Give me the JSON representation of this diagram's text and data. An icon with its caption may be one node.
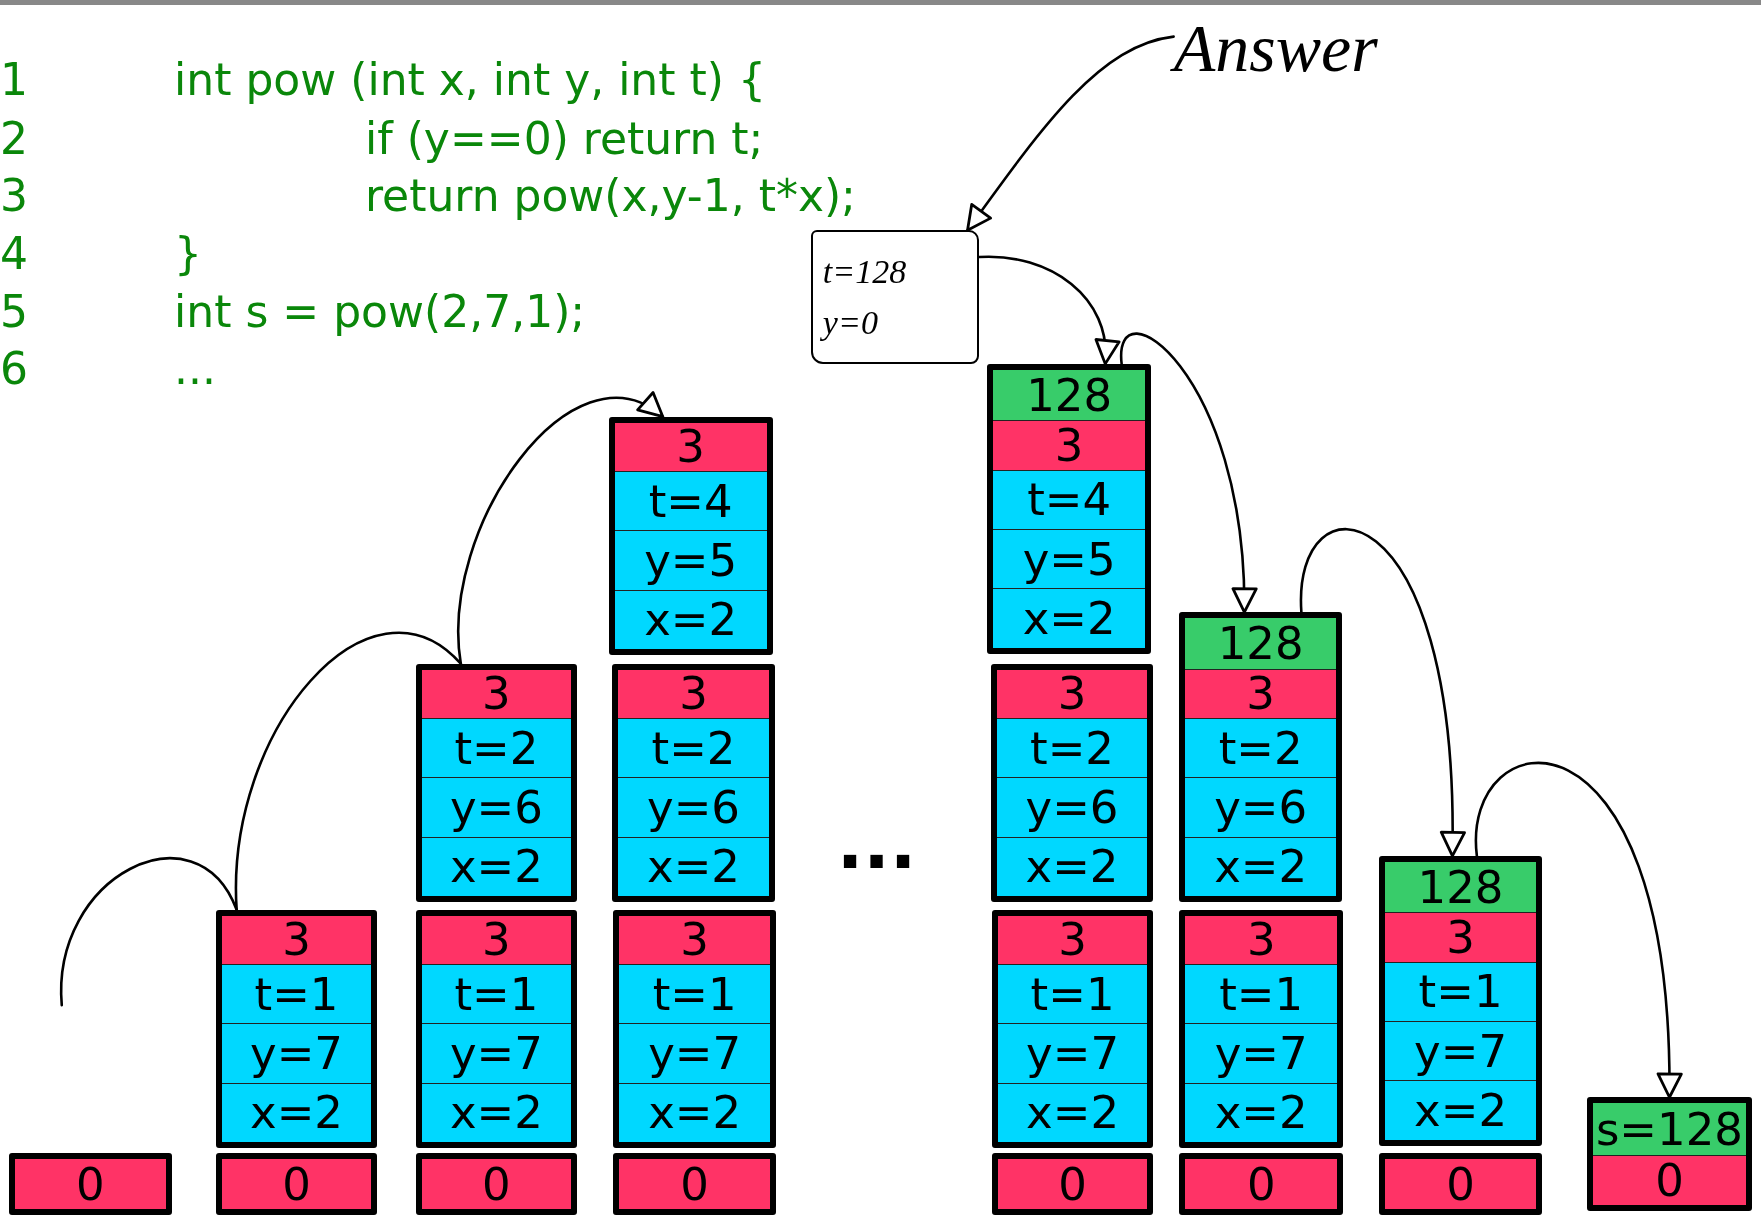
{
  "diagram": {
    "nodes": [
      {
        "text": [
          "Answer"
        ]
      },
      {
        "text": [
          "t=128",
          "y=0"
        ]
      },
      {
        "text": [
          "0"
        ]
      },
      {
        "text": [
          "3",
          "t=1",
          "y=7",
          "x=2"
        ]
      },
      {
        "text": [
          "0"
        ]
      },
      {
        "text": [
          "3",
          "t=2",
          "y=6",
          "x=2"
        ]
      },
      {
        "text": [
          "3",
          "t=1",
          "y=7",
          "x=2"
        ]
      },
      {
        "text": [
          "0"
        ]
      },
      {
        "text": [
          "3",
          "t=4",
          "y=5",
          "x=2"
        ]
      },
      {
        "text": [
          "3",
          "t=2",
          "y=6",
          "x=2"
        ]
      },
      {
        "text": [
          "3",
          "t=1",
          "y=7",
          "x=2"
        ]
      },
      {
        "text": [
          "0"
        ]
      },
      {
        "text": [
          "128",
          "3",
          "t=4",
          "y=5",
          "x=2"
        ]
      },
      {
        "text": [
          "3",
          "t=2",
          "y=6",
          "x=2"
        ]
      },
      {
        "text": [
          "3",
          "t=1",
          "y=7",
          "x=2"
        ]
      },
      {
        "text": [
          "0"
        ]
      },
      {
        "text": [
          "128",
          "3",
          "t=2",
          "y=6",
          "x=2"
        ]
      },
      {
        "text": [
          "3",
          "t=1",
          "y=7",
          "x=2"
        ]
      },
      {
        "text": [
          "0"
        ]
      },
      {
        "text": [
          "128",
          "3",
          "t=1",
          "y=7",
          "x=2"
        ]
      },
      {
        "text": [
          "0"
        ]
      },
      {
        "text": [
          "s=128",
          "0"
        ]
      }
    ],
    "edges": [
      {
        "from": null,
        "to": 3,
        "arrow": "none"
      },
      {
        "from": 3,
        "to": 5,
        "arrow": "none"
      },
      {
        "from": 5,
        "to": 8,
        "arrow": "to"
      },
      {
        "from": 0,
        "to": 1,
        "arrow": "to"
      },
      {
        "from": 1,
        "to": 12,
        "arrow": "to"
      },
      {
        "from": 12,
        "to": 16,
        "arrow": "to"
      },
      {
        "from": 16,
        "to": 19,
        "arrow": "to"
      },
      {
        "from": 19,
        "to": 21,
        "arrow": "to"
      }
    ],
    "labels": [
      "1",
      "int pow (int x, int y, int t) {",
      "2",
      "if (y==0) return t;",
      "3",
      "return pow(x,y-1, t*x);",
      "4",
      "}",
      "5",
      "int s = pow(2,7,1);",
      "6",
      "...",
      "..."
    ]
  }
}
